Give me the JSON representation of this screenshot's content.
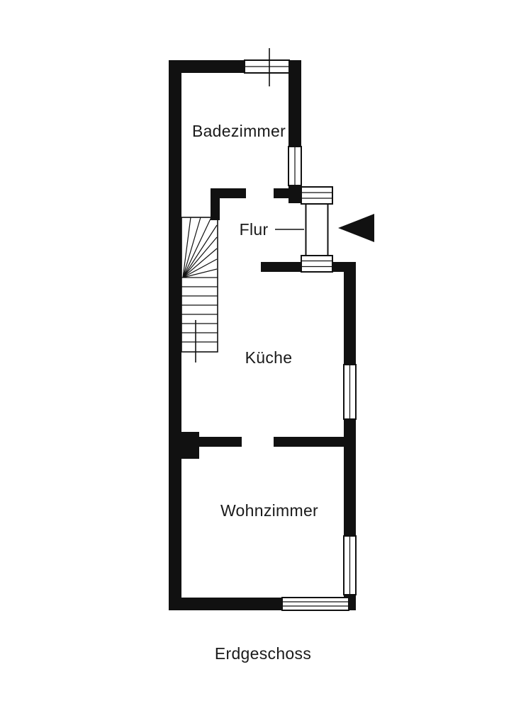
{
  "floorplan": {
    "title": "Erdgeschoss",
    "rooms": {
      "bathroom": "Badezimmer",
      "hallway": "Flur",
      "kitchen": "Küche",
      "living_room": "Wohnzimmer"
    },
    "colors": {
      "wall": "#111111",
      "text": "#1a1a1a",
      "background": "#ffffff"
    },
    "icons": {
      "entrance_arrow": "◀"
    }
  }
}
